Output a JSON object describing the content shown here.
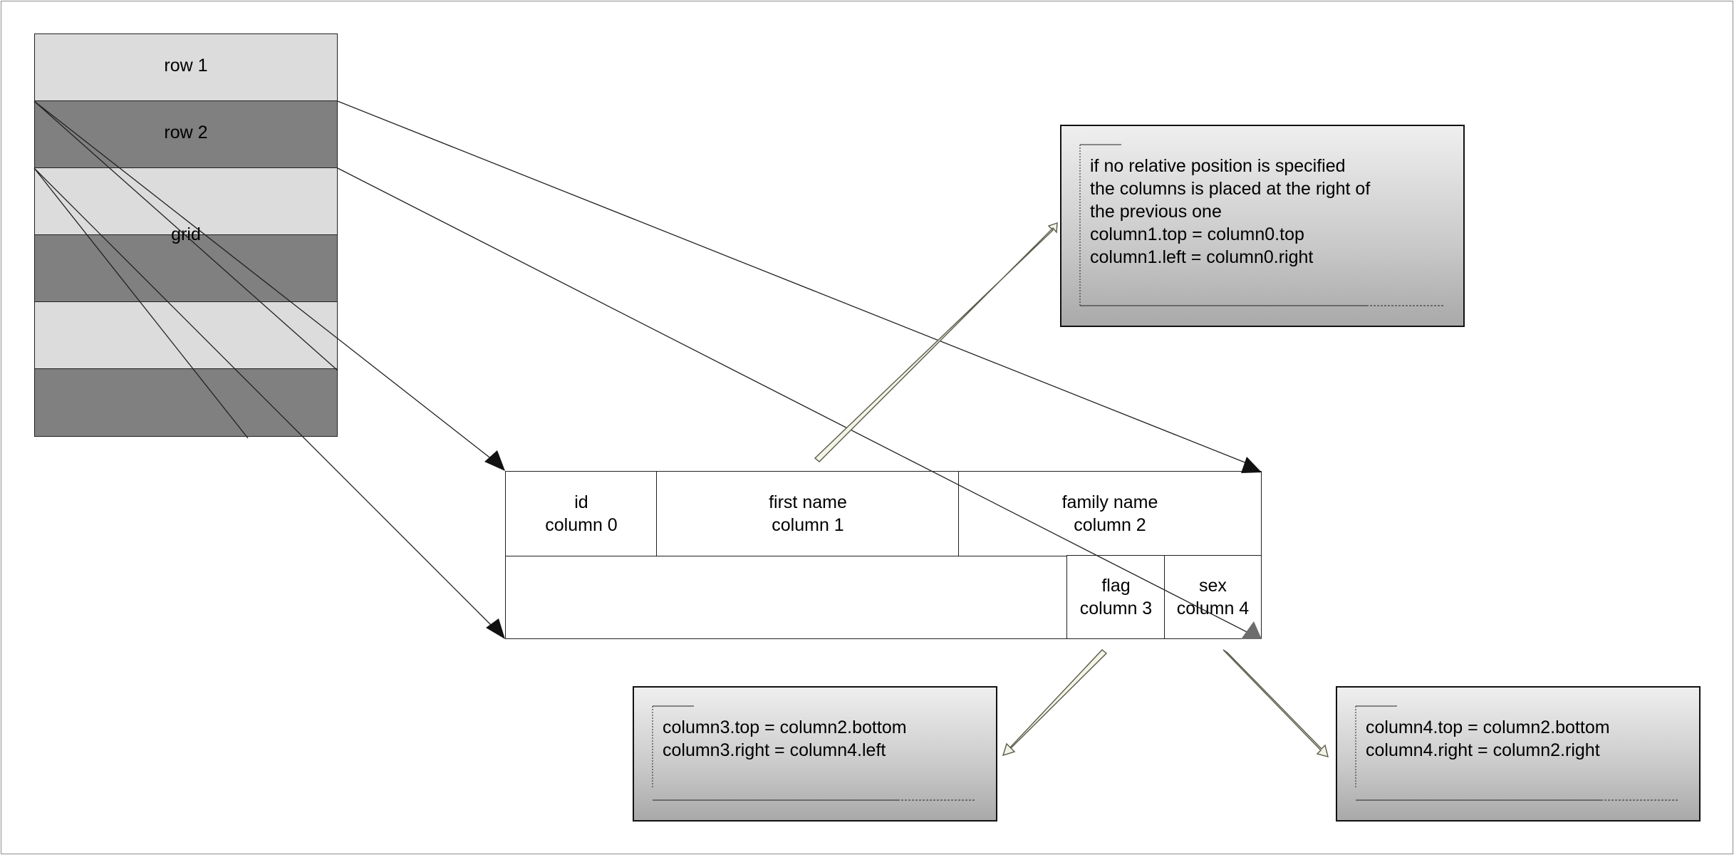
{
  "grid": {
    "rows": [
      {
        "label": "row 1",
        "shade": "light"
      },
      {
        "label": "row 2",
        "shade": "dark"
      },
      {
        "label": "",
        "shade": "light"
      },
      {
        "label": "",
        "shade": "dark"
      },
      {
        "label": "",
        "shade": "light"
      },
      {
        "label": "",
        "shade": "dark"
      }
    ],
    "label": "grid"
  },
  "columns": [
    {
      "name": "id",
      "column": "column 0"
    },
    {
      "name": "first name",
      "column": "column 1"
    },
    {
      "name": "family name",
      "column": "column 2"
    },
    {
      "name": "flag",
      "column": "column 3"
    },
    {
      "name": "sex",
      "column": "column 4"
    }
  ],
  "notes": {
    "top": [
      "if no relative position is specified",
      "the columns is placed at the right of",
      "the previous one",
      "column1.top = column0.top",
      "column1.left = column0.right"
    ],
    "bottom_left": [
      "column3.top = column2.bottom",
      "column3.right = column4.left"
    ],
    "bottom_right": [
      "column4.top = column2.bottom",
      "column4.right = column2.right"
    ]
  },
  "colors": {
    "light_row": "#dcdcdc",
    "dark_row": "#808080",
    "line": "#202020"
  }
}
